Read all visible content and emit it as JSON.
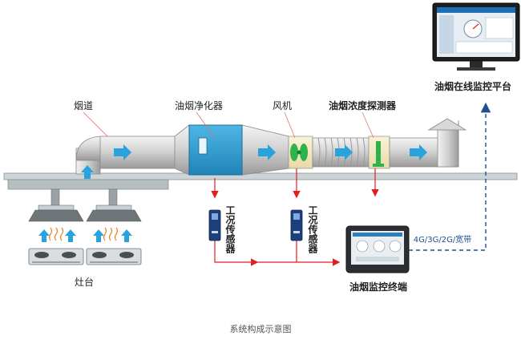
{
  "labels": {
    "duct": "烟道",
    "purifier": "油烟净化器",
    "fan": "风机",
    "detector": "油烟浓度探测器",
    "sensor1": "工况传感器",
    "sensor2": "工况传感器",
    "stove": "灶台",
    "terminal": "油烟监控终端",
    "platform": "油烟在线监控平台",
    "network": "4G/3G/2G/宽带",
    "caption": "系统构成示意图"
  },
  "colors": {
    "duct_gray": "#c8c8c8",
    "purifier_blue": "#2e9fd4",
    "arrow_blue": "#29a3dd",
    "signal_red": "#e02020",
    "network_blue": "#1e4f8f",
    "fan_green": "#2db34a"
  }
}
